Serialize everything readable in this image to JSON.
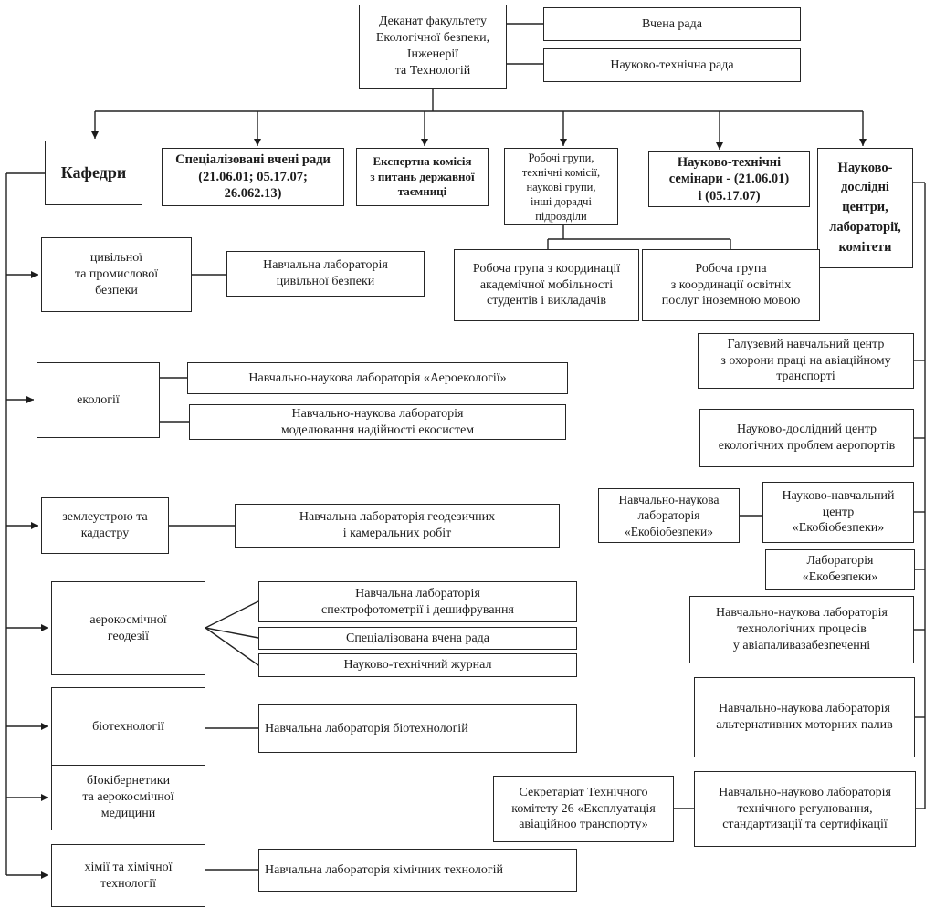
{
  "chart": {
    "dean": "Деканат факультету\nЕкологічної безпеки,\nІнженерії\nта Технологій",
    "councils": {
      "academic": "Вчена рада",
      "scientific_technical": "Науково-технічна рада"
    },
    "divisions": {
      "kafedry": "Кафедри",
      "specialized_councils": "Спеціалізовані вчені ради\n(21.06.01; 05.17.07;\n26.062.13)",
      "expert_commission": "Експертна комісія\nз питань державної\nтаємниці",
      "working_groups": "Робочі групи,\nтехнічні комісії,\nнаукові групи,\nінші дорадчі\nпідрозділи",
      "seminars": "Науково-технічні\nсемінари - (21.06.01)\nі (05.17.07)",
      "research_centers": "Науково-\nдослідні\nцентри,\nлабораторії,\nкомітети"
    },
    "working_groups": {
      "mobility": "Робоча група з координації\nакадемічної мобільності\nстудентів і викладачів",
      "foreign_language": "Робоча група\nз координації освітніх\nпослуг іноземною мовою"
    },
    "departments": {
      "civil": "цивільної\nта промислової\nбезпеки",
      "ecology": "екології",
      "land": "землеустрою та\nкадастру",
      "aerospace_geodesy": "аерокосмічної\nгеодезії",
      "biotech": "біотехнології",
      "biocybernetics": "бІокібернетики\nта аерокосмічної\nмедицини",
      "chemistry": "хімії та хімічної\nтехнології"
    },
    "department_labs": {
      "civil_lab": "Навчальна лабораторія\nцивільної безпеки",
      "aeroecology_lab": "Навчально-наукова лабораторія «Аероекології»",
      "ecosystem_lab": "Навчально-наукова лабораторія\nмоделювання надійності екосистем",
      "geodesy_lab": "Навчальна лабораторія геодезичних\nі камеральних робіт",
      "spectro_lab": "Навчальна лабораторія\nспектрофотометрії і дешифрування",
      "spec_council": "Спеціалізована вчена рада",
      "journal": "Науково-технічний журнал",
      "biotech_lab": "Навчальна лабораторія біотехнологій",
      "chem_lab": "Навчальна лабораторія хімічних технологій"
    },
    "research_units": {
      "occupational_center": "Галузевий навчальний центр\nз охорони праці на авіаційному\nтранспорті",
      "airport_center": "Науково-дослідний центр\nекологічних проблем аеропортів",
      "ecobio_lab": "Навчально-наукова\nлабораторія\n«Екобіобезпеки»",
      "ecobio_center": "Науково-навчальний\nцентр\n«Екобіобезпеки»",
      "ecosafety_lab": "Лабораторія\n«Екобезпеки»",
      "fuel_process_lab": "Навчально-наукова лабораторія\nтехнологічних процесів\nу авіапаливазабезпеченні",
      "alt_fuel_lab": "Навчально-наукова лабораторія\nальтернативних моторних палив",
      "secretariat": "Секретаріат Технічного\nкомітету 26 «Експлуатація\nавіаційноо транспорту»",
      "tech_reg_lab": "Навчально-науково лабораторія\nтехнічного регулювання,\nстандартизації та сертифікації"
    },
    "colors": {
      "line": "#222222",
      "border": "#262626",
      "background": "#ffffff",
      "text": "#1c1c1c"
    }
  }
}
